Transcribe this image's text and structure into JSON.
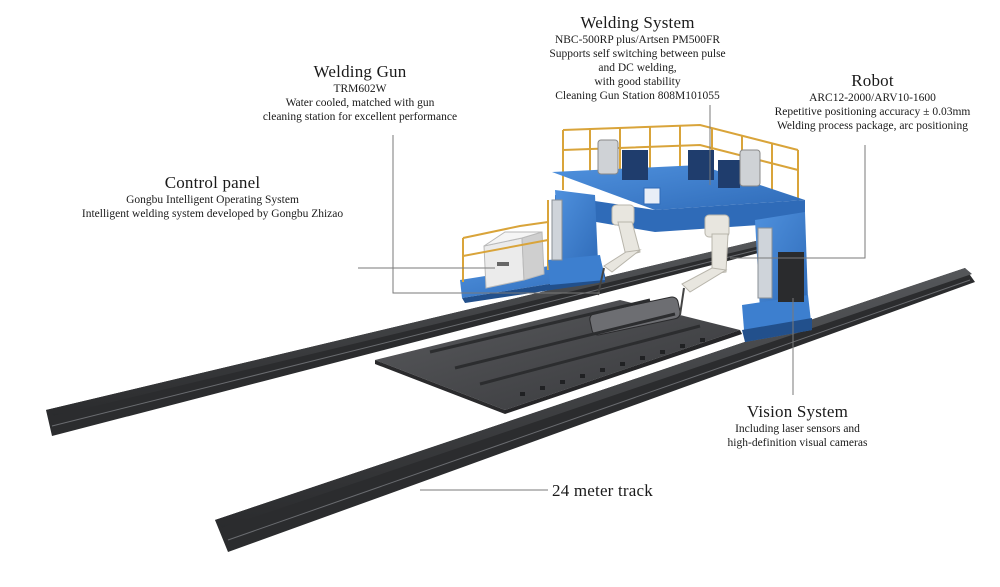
{
  "callouts": {
    "welding_system": {
      "title": "Welding System",
      "lines": [
        "NBC-500RP plus/Artsen PM500FR",
        "Supports self switching between pulse",
        "and DC welding,",
        "with good stability",
        "Cleaning Gun Station 808M101055"
      ]
    },
    "welding_gun": {
      "title": "Welding Gun",
      "lines": [
        "TRM602W",
        "Water cooled, matched with gun",
        "cleaning station for excellent performance"
      ]
    },
    "robot": {
      "title": "Robot",
      "lines": [
        "ARC12-2000/ARV10-1600",
        "Repetitive positioning accuracy ± 0.03mm",
        "Welding process package, arc positioning"
      ]
    },
    "control_panel": {
      "title": "Control panel",
      "lines": [
        "Gongbu Intelligent Operating System",
        "Intelligent welding system developed by Gongbu Zhizao"
      ]
    },
    "vision_system": {
      "title": "Vision System",
      "lines": [
        "Including laser sensors and",
        "high-definition visual cameras"
      ]
    },
    "track": {
      "title": "24 meter track"
    }
  },
  "colors": {
    "gantry_blue": "#3d7fcf",
    "rail_dark": "#2e2f31",
    "railing_orange": "#d9a43a",
    "plate_gray": "#4a4b4d",
    "robot_white": "#e8e6df",
    "leader_gray": "#7a7a7a"
  }
}
